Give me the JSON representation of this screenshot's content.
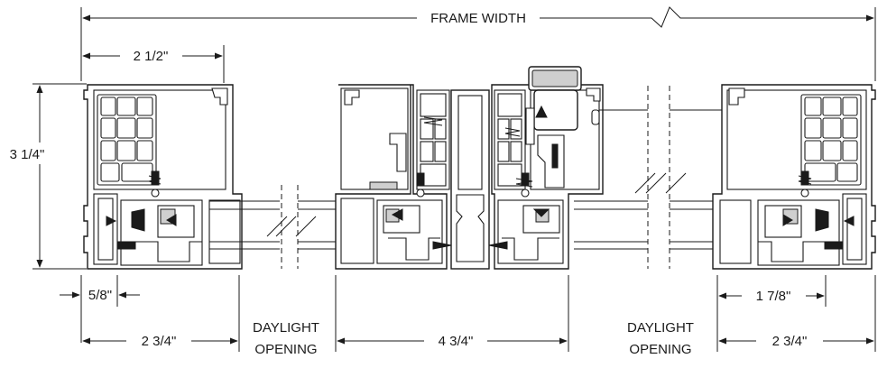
{
  "dimensions": {
    "frame_width": "FRAME WIDTH",
    "top_left_width": "2 1/2\"",
    "height": "3 1/4\"",
    "small_left": "5/8\"",
    "bottom_left": "2 3/4\"",
    "bottom_center": "4 3/4\"",
    "bottom_right": "2 3/4\"",
    "small_right": "1 7/8\""
  },
  "labels": {
    "daylight_left_line1": "DAYLIGHT",
    "daylight_left_line2": "OPENING",
    "daylight_right_line1": "DAYLIGHT",
    "daylight_right_line2": "OPENING"
  }
}
